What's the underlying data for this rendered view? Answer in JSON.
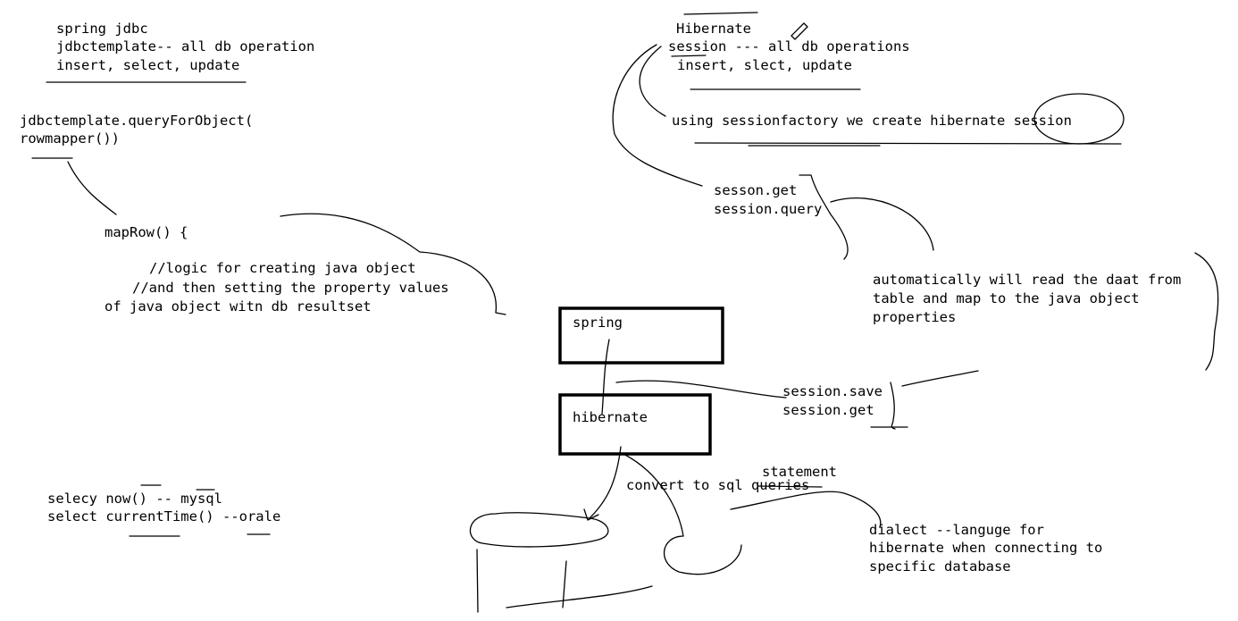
{
  "left_note": {
    "lines": [
      "spring jdbc",
      "jdbctemplate-- all db operation",
      "insert, select, update"
    ]
  },
  "query_code": {
    "lines": [
      "jdbctemplate.queryForObject(",
      "rowmapper())"
    ]
  },
  "maprow": {
    "signature": "mapRow() {",
    "comment_1": "//logic for creating java object",
    "comment_2": "//and then setting the property values",
    "comment_3": "of java object witn db resultset"
  },
  "hibernate_note": {
    "title": "Hibernate",
    "lines": [
      "session --- all db operations",
      "insert, slect, update"
    ],
    "sessionfactory": "using sessionfactory we create hibernate session"
  },
  "session_methods": {
    "lines": [
      "sesson.get",
      "session.query"
    ]
  },
  "auto_read": {
    "lines": [
      "automatically will read the daat from",
      "table and map to the java object",
      "properties"
    ]
  },
  "boxes": {
    "spring": "spring",
    "hibernate": "hibernate"
  },
  "session_save": {
    "lines": [
      "session.save",
      "session.get"
    ]
  },
  "convert": {
    "text": "convert to sql queries",
    "correction": "statement"
  },
  "sql_examples": {
    "lines": [
      "selecy now() -- mysql",
      "select currentTime() --orale"
    ]
  },
  "dialect": {
    "lines": [
      "dialect --languge for",
      "hibernate when connecting to",
      "specific database"
    ]
  }
}
